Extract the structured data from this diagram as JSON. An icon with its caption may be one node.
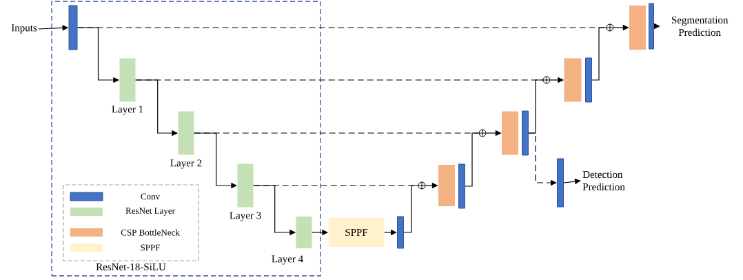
{
  "diagram": {
    "nodes": [
      {
        "text": [
          "ResNet-18-SiLU"
        ]
      },
      {
        "text": [
          "Inputs"
        ]
      },
      {
        "text": [],
        "shape": "bar",
        "in": 0
      },
      {
        "text": [],
        "shape": "box",
        "in": 0,
        "beside": [
          "Layer 1"
        ]
      },
      {
        "text": [],
        "shape": "box",
        "in": 0,
        "beside": [
          "Layer 2"
        ]
      },
      {
        "text": [],
        "shape": "box",
        "in": 0,
        "beside": [
          "Layer 3"
        ]
      },
      {
        "text": [],
        "shape": "box",
        "in": 0,
        "beside": [
          "Layer 4"
        ]
      },
      {
        "text": [
          "SPPF"
        ]
      },
      {
        "text": [],
        "shape": "bar"
      },
      {
        "text": [],
        "shape": "circle"
      },
      {
        "text": [],
        "shape": "box"
      },
      {
        "text": [],
        "shape": "bar"
      },
      {
        "text": [],
        "shape": "circle"
      },
      {
        "text": [],
        "shape": "box"
      },
      {
        "text": [],
        "shape": "bar"
      },
      {
        "text": [],
        "shape": "circle"
      },
      {
        "text": [],
        "shape": "box"
      },
      {
        "text": [],
        "shape": "bar"
      },
      {
        "text": [],
        "shape": "circle"
      },
      {
        "text": [],
        "shape": "box"
      },
      {
        "text": [],
        "shape": "bar"
      },
      {
        "text": [
          "Segmentation Prediction"
        ]
      },
      {
        "text": [],
        "shape": "bar"
      },
      {
        "text": [
          "Detection Prediction"
        ]
      }
    ],
    "edges": [
      {
        "from": 1,
        "to": 2,
        "arrow": "to"
      },
      {
        "from": 2,
        "to": 3,
        "arrow": "to"
      },
      {
        "from": 2,
        "to": 18,
        "arrow": "none",
        "style": "dashed"
      },
      {
        "from": 3,
        "to": 4,
        "arrow": "to"
      },
      {
        "from": 3,
        "to": 15,
        "arrow": "none",
        "style": "dashed"
      },
      {
        "from": 4,
        "to": 5,
        "arrow": "to"
      },
      {
        "from": 4,
        "to": 12,
        "arrow": "none",
        "style": "dashed"
      },
      {
        "from": 5,
        "to": 6,
        "arrow": "to"
      },
      {
        "from": 5,
        "to": 9,
        "arrow": "none",
        "style": "dashed"
      },
      {
        "from": 6,
        "to": 7,
        "arrow": "to"
      },
      {
        "from": 7,
        "to": 8,
        "arrow": "to"
      },
      {
        "from": 8,
        "to": 9,
        "arrow": "none"
      },
      {
        "from": 9,
        "to": 10,
        "arrow": "to"
      },
      {
        "from": 11,
        "to": 12,
        "arrow": "none"
      },
      {
        "from": 12,
        "to": 13,
        "arrow": "to"
      },
      {
        "from": 14,
        "to": 15,
        "arrow": "none"
      },
      {
        "from": 15,
        "to": 16,
        "arrow": "to"
      },
      {
        "from": 17,
        "to": 18,
        "arrow": "none"
      },
      {
        "from": 18,
        "to": 19,
        "arrow": "to"
      },
      {
        "from": 20,
        "to": 21,
        "arrow": "to"
      },
      {
        "from": 14,
        "to": 22,
        "arrow": "to",
        "style": "dashed"
      },
      {
        "from": 22,
        "to": 23,
        "arrow": "to"
      }
    ],
    "legend": [
      {
        "text": "Conv",
        "color": "#4472c4"
      },
      {
        "text": "ResNet Layer",
        "color": "#c5e0b4"
      },
      {
        "text": "CSP BottleNeck",
        "color": "#f4b183"
      },
      {
        "text": "SPPF",
        "color": "#fff2cc"
      }
    ]
  }
}
